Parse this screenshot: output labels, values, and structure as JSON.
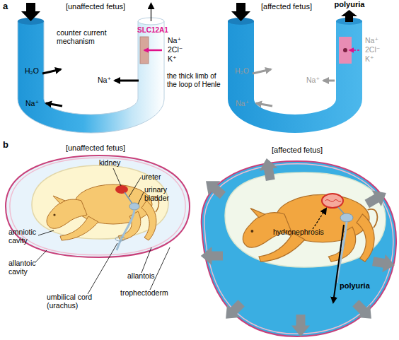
{
  "diagram": {
    "labels": [
      "a",
      "[unaffected fetus]",
      "[affected fetus]",
      "polyuria",
      "counter current mechanism",
      "SLC12A1",
      "Na⁺",
      "2Cl⁻",
      "K⁺",
      "Na⁺",
      "2Cl⁻",
      "K⁺",
      "H₂O",
      "H₂O",
      "the thick limb of the loop of Henle",
      "Na⁺",
      "Na⁺",
      "Na⁺",
      "Na⁺",
      "b",
      "[unaffected fetus]",
      "[affected fetus]",
      "kidney",
      "ureter",
      "urinary bladder",
      "hydronephrosis",
      "amniotic cavity",
      "allantoic cavity",
      "polyuria",
      "allantois",
      "trophectoderm",
      "umbilical cord (urachus)"
    ]
  }
}
